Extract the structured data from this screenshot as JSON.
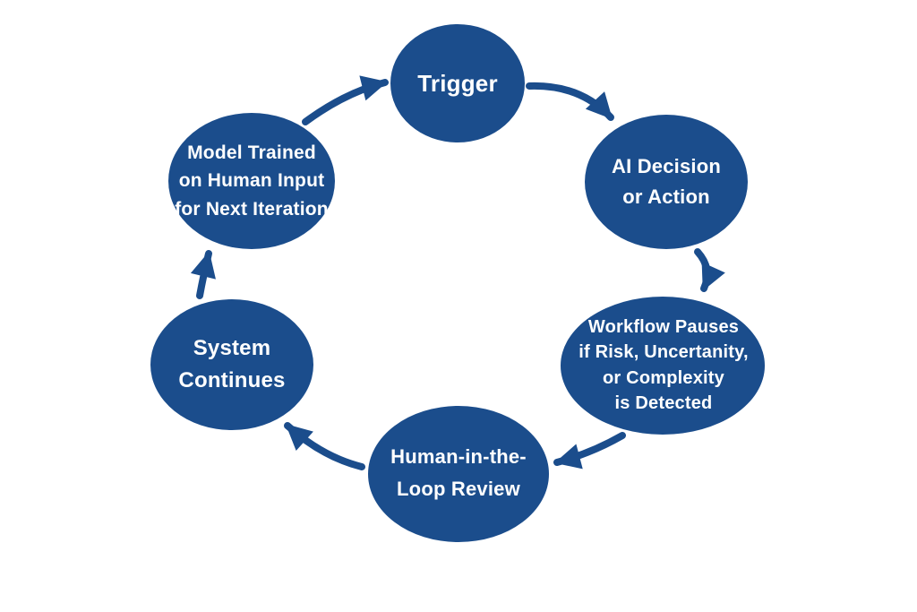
{
  "colors": {
    "node_fill": "#1b4d8c",
    "arrow": "#1b4d8c",
    "label_text": "#ffffff",
    "background": "#ffffff"
  },
  "diagram": {
    "type": "cycle",
    "direction": "clockwise"
  },
  "nodes": [
    {
      "id": "trigger",
      "label": "Trigger"
    },
    {
      "id": "ai-decision",
      "label": "AI Decision\nor Action"
    },
    {
      "id": "workflow-pauses",
      "label": "Workflow Pauses\nif Risk, Uncertanity,\nor Complexity\nis Detected"
    },
    {
      "id": "hitl-review",
      "label": "Human-in-the-\nLoop Review"
    },
    {
      "id": "system-continues",
      "label": "System\nContinues"
    },
    {
      "id": "model-trained",
      "label": "Model Trained\non Human Input\nfor Next Iteration"
    }
  ],
  "connections": [
    {
      "from": "trigger",
      "to": "ai-decision"
    },
    {
      "from": "ai-decision",
      "to": "workflow-pauses"
    },
    {
      "from": "workflow-pauses",
      "to": "hitl-review"
    },
    {
      "from": "hitl-review",
      "to": "system-continues"
    },
    {
      "from": "system-continues",
      "to": "model-trained"
    },
    {
      "from": "model-trained",
      "to": "trigger"
    }
  ]
}
